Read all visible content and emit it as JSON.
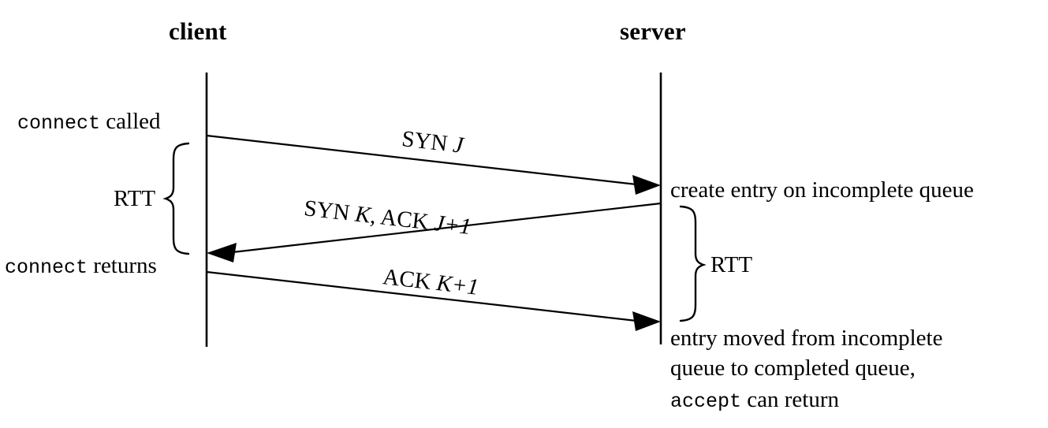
{
  "figure": {
    "kind": "tcp-three-way-handshake-sequence-diagram",
    "background_color": "#ffffff",
    "ink_color": "#000000"
  },
  "headers": {
    "client": "client",
    "server": "server"
  },
  "client_side": {
    "connect_called_call": "connect",
    "connect_called_rest": " called",
    "connect_returns_call": "connect",
    "connect_returns_rest": " returns",
    "rtt_label": "RTT"
  },
  "server_side": {
    "create_entry": "create entry on incomplete queue",
    "rtt_label": "RTT",
    "entry_moved_line1": "entry moved from incomplete",
    "entry_moved_line2": "queue to completed queue,",
    "accept_call": "accept",
    "accept_rest": " can return"
  },
  "messages": [
    {
      "id": "syn-j",
      "prefix": "SYN ",
      "value": "J",
      "direction": "client-to-server"
    },
    {
      "id": "syn-k-ack-j1",
      "prefix": "SYN ",
      "value": "K",
      "middle": ", ACK ",
      "value2": "J+1",
      "direction": "server-to-client"
    },
    {
      "id": "ack-k1",
      "prefix": "ACK ",
      "value": "K+1",
      "direction": "client-to-server"
    }
  ]
}
